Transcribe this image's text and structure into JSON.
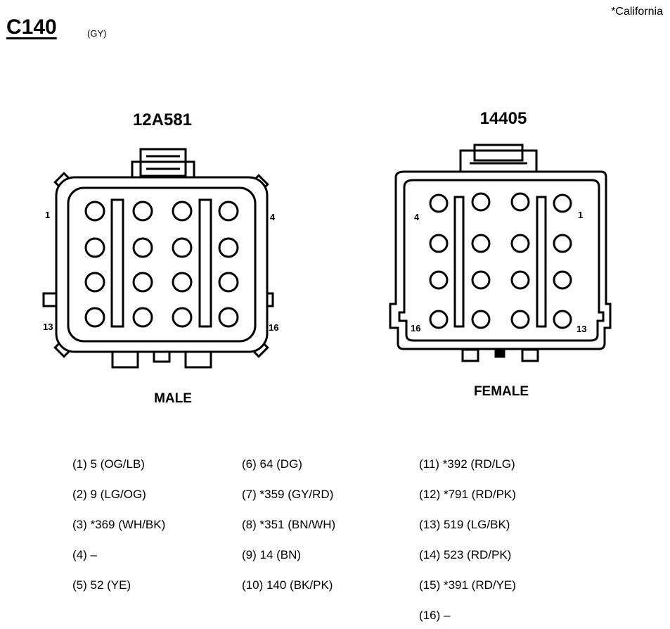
{
  "note": "*California",
  "connector": {
    "title": "C140",
    "color": "(GY)"
  },
  "male": {
    "id": "12A581",
    "label": "MALE",
    "corner_labels": {
      "top_left": "1",
      "top_right": "4",
      "bottom_left": "13",
      "bottom_right": "16"
    }
  },
  "female": {
    "id": "14405",
    "label": "FEMALE",
    "corner_labels": {
      "top_left": "4",
      "top_right": "1",
      "bottom_left": "16",
      "bottom_right": "13"
    }
  },
  "pins": [
    "(1)   5 (OG/LB)",
    "(2)   9 (LG/OG)",
    "(3)   *369 (WH/BK)",
    "(4)   –",
    "(5)   52 (YE)",
    "(6)   64 (DG)",
    "(7)   *359 (GY/RD)",
    "(8)   *351 (BN/WH)",
    "(9)   14 (BN)",
    "(10) 140 (BK/PK)",
    "(11) *392 (RD/LG)",
    "(12) *791 (RD/PK)",
    "(13) 519 (LG/BK)",
    "(14) 523 (RD/PK)",
    "(15) *391 (RD/YE)",
    "(16) –"
  ]
}
